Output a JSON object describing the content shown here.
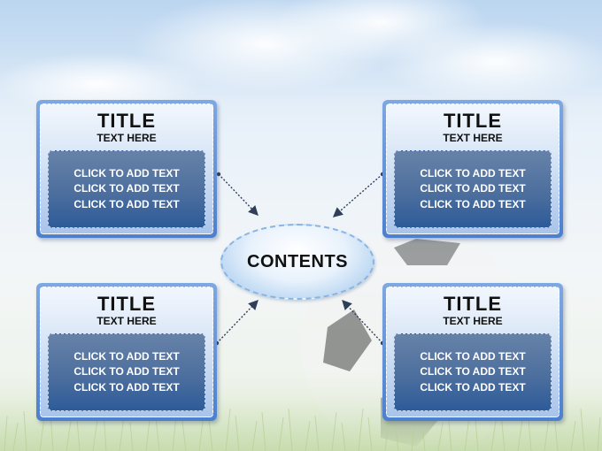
{
  "center": {
    "label": "CONTENTS"
  },
  "boxes": [
    {
      "title": "TITLE",
      "subtitle": "TEXT HERE",
      "lines": [
        "CLICK TO ADD TEXT",
        "CLICK TO ADD TEXT",
        "CLICK TO ADD TEXT"
      ]
    },
    {
      "title": "TITLE",
      "subtitle": "TEXT HERE",
      "lines": [
        "CLICK TO ADD TEXT",
        "CLICK TO ADD TEXT",
        "CLICK TO ADD TEXT"
      ]
    },
    {
      "title": "TITLE",
      "subtitle": "TEXT HERE",
      "lines": [
        "CLICK TO ADD TEXT",
        "CLICK TO ADD TEXT",
        "CLICK TO ADD TEXT"
      ]
    },
    {
      "title": "TITLE",
      "subtitle": "TEXT HERE",
      "lines": [
        "CLICK TO ADD TEXT",
        "CLICK TO ADD TEXT",
        "CLICK TO ADD TEXT"
      ]
    }
  ],
  "colors": {
    "box_frame": "#5b8bd6",
    "box_body": "#3f679f",
    "box_text": "#ffffff",
    "center_fill": "#e8f2fc"
  }
}
